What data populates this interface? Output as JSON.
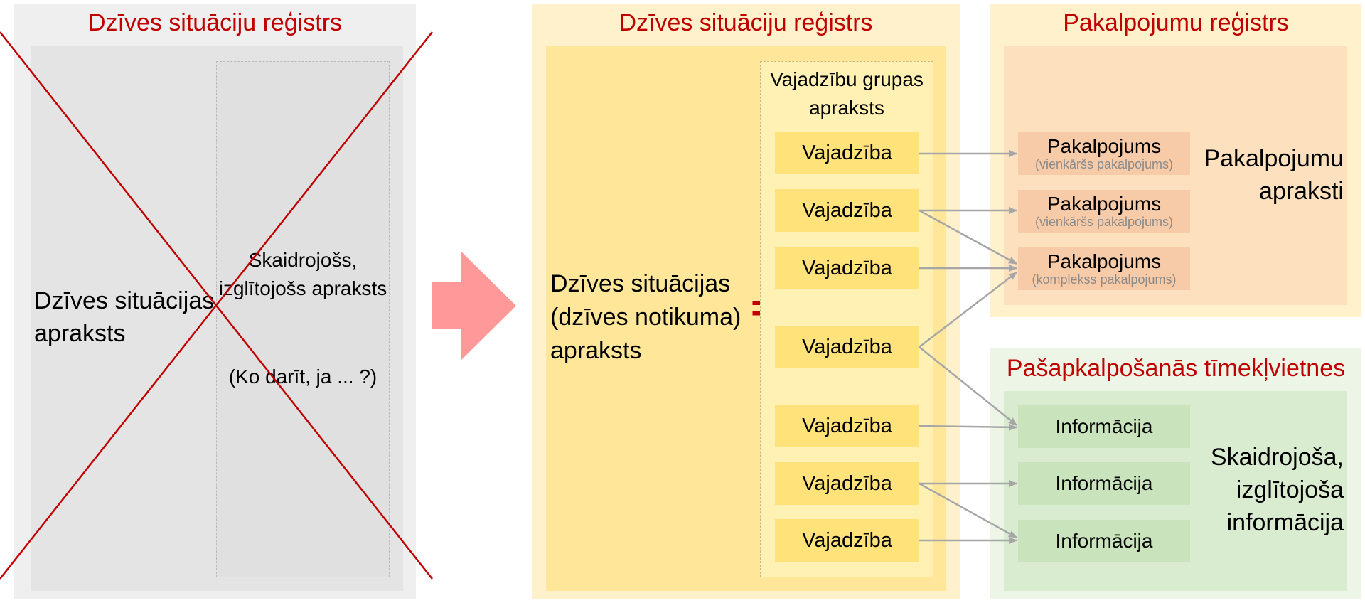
{
  "old_register": {
    "title": "Dzīves situāciju reģistrs",
    "main_text": "Dzīves situācijas apraksts",
    "side_text": "Skaidrojošs, izglītojošs apraksts",
    "side_extra": "(Ko darīt, ja ... ?)"
  },
  "life_register": {
    "title": "Dzīves situāciju reģistrs",
    "main_text": "Dzīves situācijas (dzīves notikuma) apraksts",
    "equals": "=",
    "needs_group_title": "Vajadzību grupas apraksts",
    "needs": [
      "Vajadzība",
      "Vajadzība",
      "Vajadzība",
      "Vajadzība",
      "Vajadzība",
      "Vajadzība",
      "Vajadzība"
    ]
  },
  "services_register": {
    "title": "Pakalpojumu reģistrs",
    "description": "Pakalpojumu apraksti",
    "services": [
      {
        "label": "Pakalpojums",
        "sub": "(vienkāršs pakalpojums)"
      },
      {
        "label": "Pakalpojums",
        "sub": "(vienkāršs pakalpojums)"
      },
      {
        "label": "Pakalpojums",
        "sub": "(komplekss pakalpojums)"
      }
    ]
  },
  "self_service": {
    "title": "Pašapkalpošanās tīmekļvietnes",
    "description": "Skaidrojoša, izglītojoša informācija",
    "info": [
      "Informācija",
      "Informācija",
      "Informācija"
    ]
  },
  "colors": {
    "title_red": "#c00000",
    "cross_red": "#c00000",
    "big_arrow": "#ff9999",
    "connector": "#a6a6a6"
  }
}
